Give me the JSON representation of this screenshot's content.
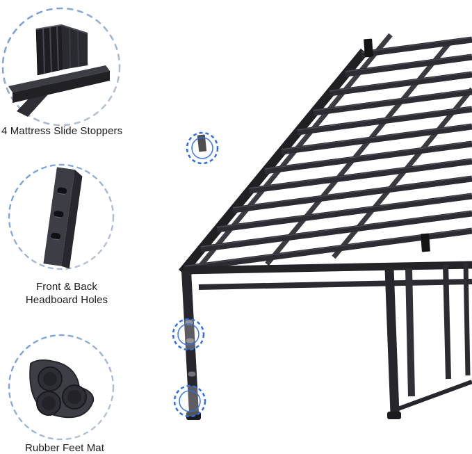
{
  "image_type": "product-feature-diagram",
  "subject": "metal platform bed frame",
  "colors": {
    "background": "#ffffff",
    "accent_blue": "#2e6fe3",
    "ring_dash_blue": "#6d9be0",
    "ring_dash_gray": "#c2c8d2",
    "metal_dark": "#232328",
    "metal_mid": "#3a3a42",
    "text": "#1a1a1a"
  },
  "callouts": {
    "slide_stoppers": {
      "label": "4 Mattress Slide Stoppers"
    },
    "headboard_holes": {
      "label_line1": "Front & Back",
      "label_line2": "Headboard Holes"
    },
    "rubber_feet": {
      "label": "Rubber Feet Mat"
    }
  },
  "highlights": [
    {
      "name": "slide-stopper-on-rail"
    },
    {
      "name": "headboard-holes-on-leg"
    },
    {
      "name": "rubber-foot-on-leg"
    }
  ]
}
